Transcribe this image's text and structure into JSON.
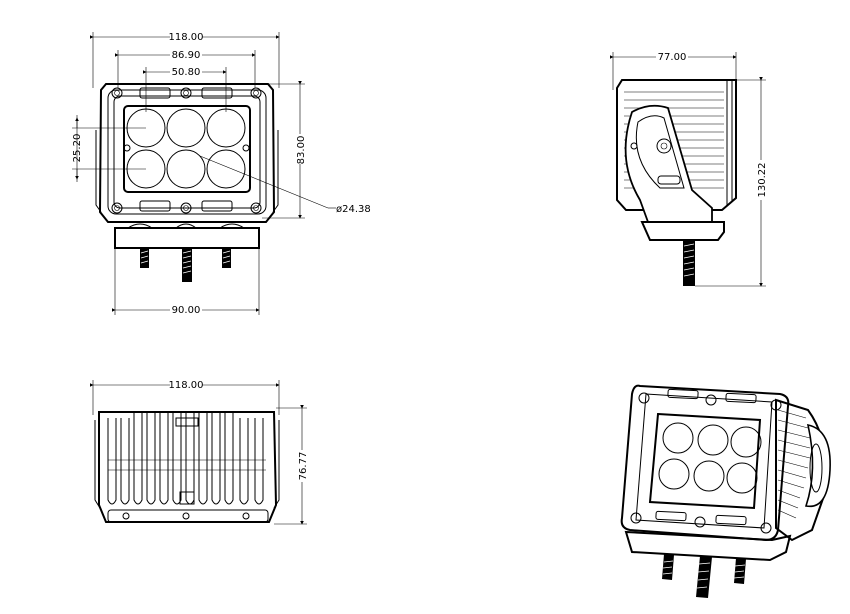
{
  "front_view": {
    "width_overall": "118.00",
    "width_mid": "86.90",
    "width_inner": "50.80",
    "height_lens_pair": "25.20",
    "height_body": "83.00",
    "lens_diameter": "ø24.38",
    "base_width": "90.00"
  },
  "side_view": {
    "depth": "77.00",
    "height_total": "130.22"
  },
  "top_view": {
    "width": "118.00",
    "height": "76.77"
  },
  "colors": {
    "line": "#000000",
    "background": "#ffffff"
  }
}
